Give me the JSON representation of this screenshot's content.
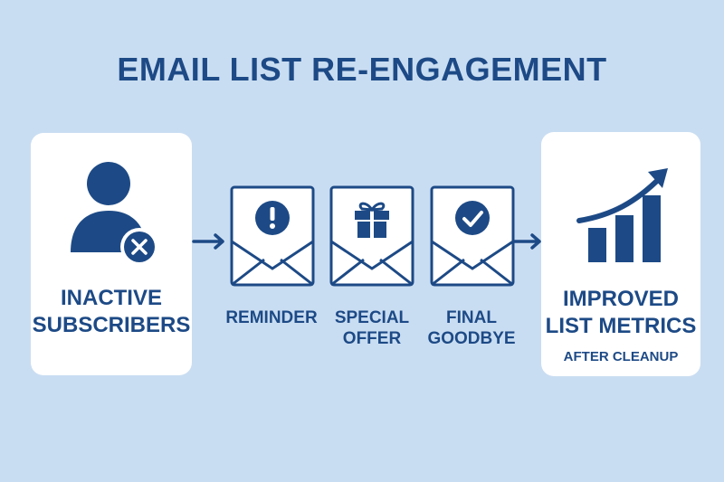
{
  "title": "EMAIL LIST RE-ENGAGEMENT",
  "colors": {
    "background": "#c9ddf2",
    "accent": "#1d4a86",
    "card": "#ffffff"
  },
  "start": {
    "label_line1": "INACTIVE",
    "label_line2": "SUBSCRIBERS",
    "icon": "inactive-user-icon"
  },
  "steps": [
    {
      "label_line1": "REMINDER",
      "label_line2": "",
      "icon": "exclamation-envelope-icon"
    },
    {
      "label_line1": "SPECIAL",
      "label_line2": "OFFER",
      "icon": "gift-envelope-icon"
    },
    {
      "label_line1": "FINAL",
      "label_line2": "GOODBYE",
      "icon": "checkmark-envelope-icon"
    }
  ],
  "end": {
    "label_line1": "IMPROVED",
    "label_line2": "LIST METRICS",
    "sublabel": "AFTER CLEANUP",
    "icon": "growth-chart-icon"
  }
}
